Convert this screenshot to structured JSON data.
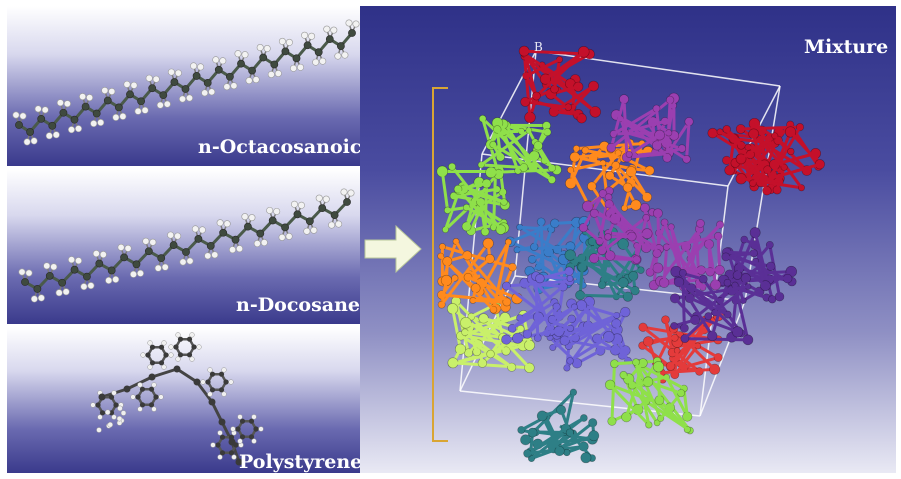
{
  "panels": {
    "octacosanoic": {
      "label": "n-Octacosanoic"
    },
    "docosane": {
      "label": "n-Docosane"
    },
    "polystyrene": {
      "label": "Polystyrene"
    },
    "mixture": {
      "label": "Mixture",
      "box_label": "B"
    }
  },
  "colors": {
    "panel_top": "#ffffff",
    "panel_bottom": "#3a3a8c",
    "bracket": "#d9a534",
    "arrow": "#f4f7df",
    "box_edges": "#ffffff",
    "cluster_colors": [
      "#8fe04a",
      "#ff8a1e",
      "#9b3fb0",
      "#c4102a",
      "#5a2f96",
      "#3a7dc9",
      "#2e7f86",
      "#c9f06a",
      "#e43b3b",
      "#6f63d8"
    ]
  }
}
